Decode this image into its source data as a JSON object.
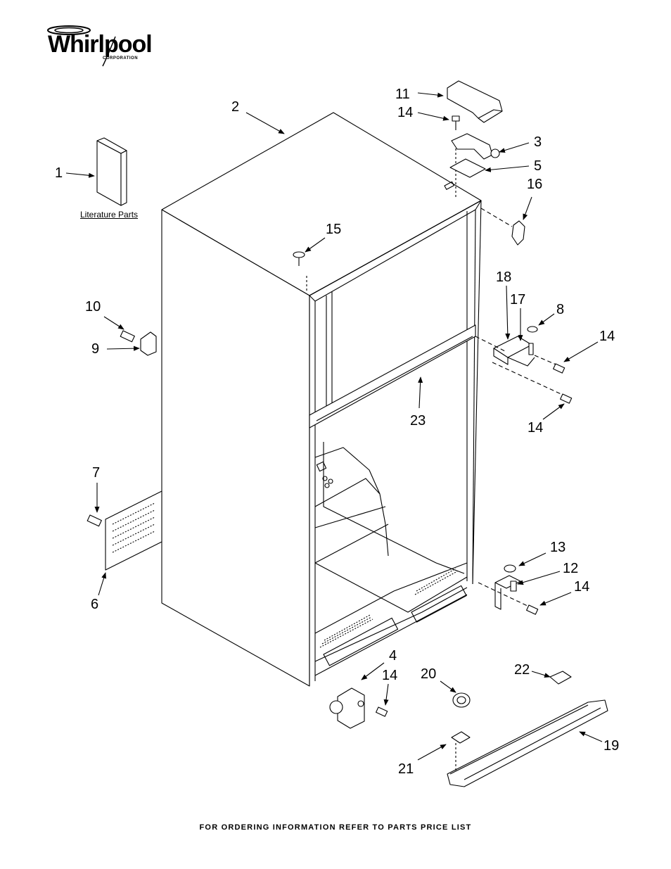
{
  "brand": {
    "name": "Whirlpool",
    "sub": "CORPORATION"
  },
  "literature_caption": "Literature Parts",
  "footer": "FOR ORDERING INFORMATION REFER TO PARTS PRICE LIST",
  "callouts": {
    "c1": "1",
    "c2": "2",
    "c3": "3",
    "c4": "4",
    "c5": "5",
    "c6": "6",
    "c7": "7",
    "c8": "8",
    "c9": "9",
    "c10": "10",
    "c11": "11",
    "c12": "12",
    "c13": "13",
    "c14a": "14",
    "c14b": "14",
    "c14c": "14",
    "c14d": "14",
    "c14e": "14",
    "c15": "15",
    "c16": "16",
    "c17": "17",
    "c18": "18",
    "c19": "19",
    "c20": "20",
    "c21": "21",
    "c22": "22",
    "c23": "23"
  },
  "colors": {
    "line": "#000000",
    "background": "#ffffff"
  }
}
